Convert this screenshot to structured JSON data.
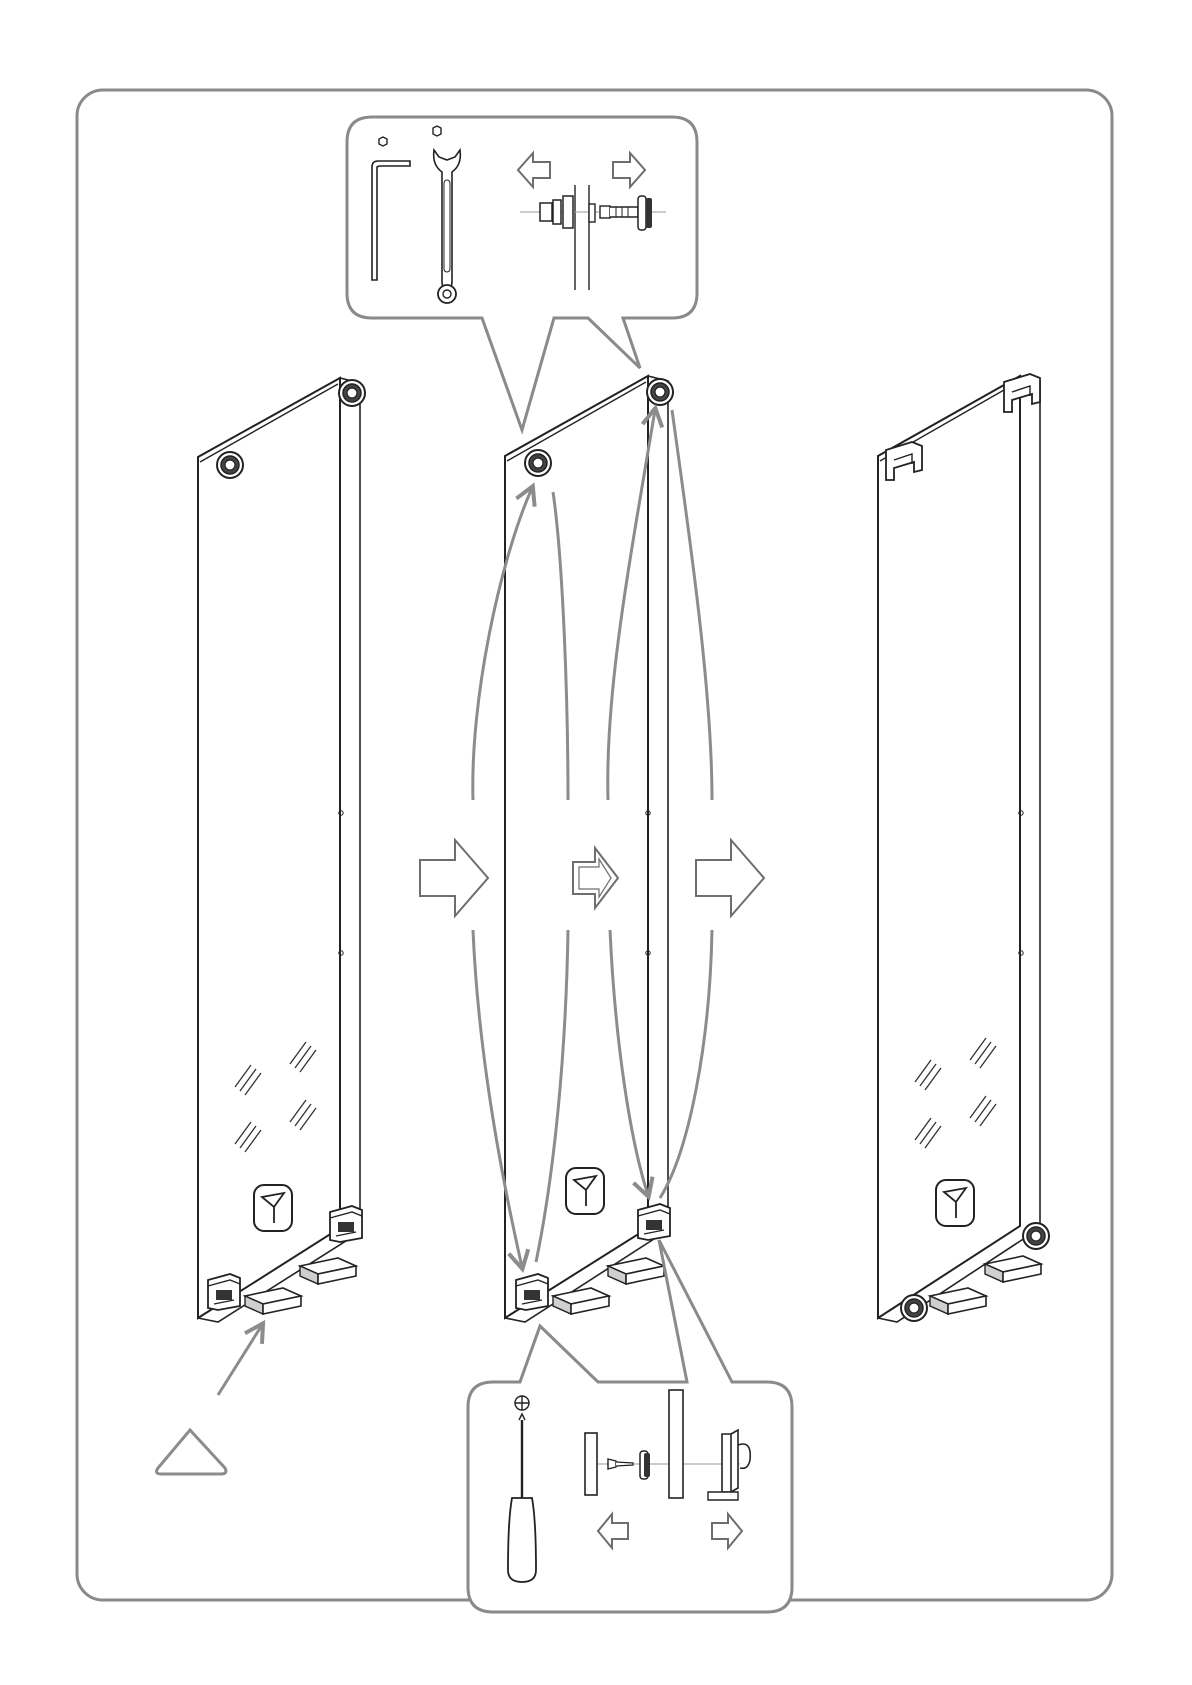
{
  "diagram": {
    "type": "assembly-instruction",
    "colors": {
      "frame": "#8a8a8a",
      "line": "#222222",
      "accent_arrow": "#8c8c8c"
    },
    "panels": [
      "panel-before",
      "panel-during",
      "panel-after"
    ],
    "icons": [
      "hex-key-icon",
      "wrench-icon",
      "screwdriver-icon",
      "warning-triangle-icon",
      "arrow-right-icon",
      "arrow-left-icon",
      "magnifier-callout-icon"
    ]
  },
  "footer": {
    "mark": ""
  }
}
